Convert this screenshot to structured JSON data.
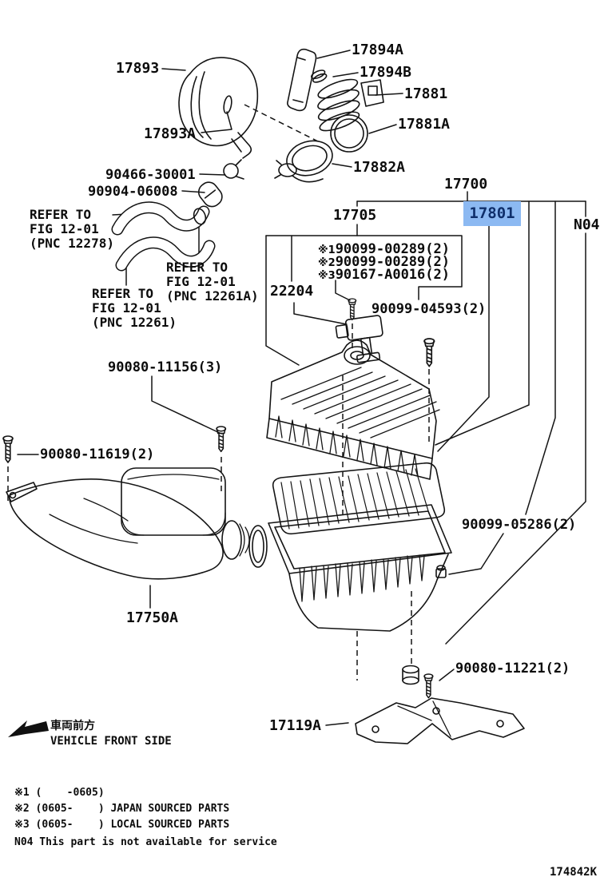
{
  "diagram": {
    "type": "exploded-parts-diagram",
    "selected_part": "17801",
    "colors": {
      "hl": "#8cb9f2",
      "hlText": "#0f2f6b",
      "line": "#141414"
    }
  },
  "callouts": {
    "c17893": "17893",
    "c17894a": "17894A",
    "c17894b": "17894B",
    "c17881": "17881",
    "c17881a": "17881A",
    "c17893a": "17893A",
    "c17882a": "17882A",
    "c90466_30001": "90466-30001",
    "c90904_06008": "90904-06008",
    "refer_12278": "REFER TO\nFIG 12-01\n(PNC 12278)",
    "refer_12261a": "REFER TO\nFIG 12-01\n(PNC 12261A)",
    "refer_12261": "REFER TO\nFIG 12-01\n(PNC 12261)",
    "c17700": "17700",
    "c17705": "17705",
    "c17801": "17801",
    "cn04": "N04",
    "sub1_marker": "※1",
    "sub1_num": "90099-00289(2)",
    "sub2_marker": "※2",
    "sub2_num": "90099-00289(2)",
    "sub3_marker": "※3",
    "sub3_num": "90167-A0016(2)",
    "c22204": "22204",
    "c90099_04593": "90099-04593(2)",
    "c90080_11156": "90080-11156(3)",
    "c90080_11619": "90080-11619(2)",
    "c17750a": "17750A",
    "c90099_05286": "90099-05286(2)",
    "c90080_11221": "90080-11221(2)",
    "c17119a": "17119A"
  },
  "front_indicator": {
    "jp": "車両前方",
    "en": "VEHICLE FRONT SIDE"
  },
  "footnotes": [
    "※1 (    -0605)",
    "※2 (0605-    ) JAPAN SOURCED PARTS",
    "※3 (0605-    ) LOCAL SOURCED PARTS",
    "N04 This part is not available for service"
  ],
  "drawing_code": "174842K"
}
